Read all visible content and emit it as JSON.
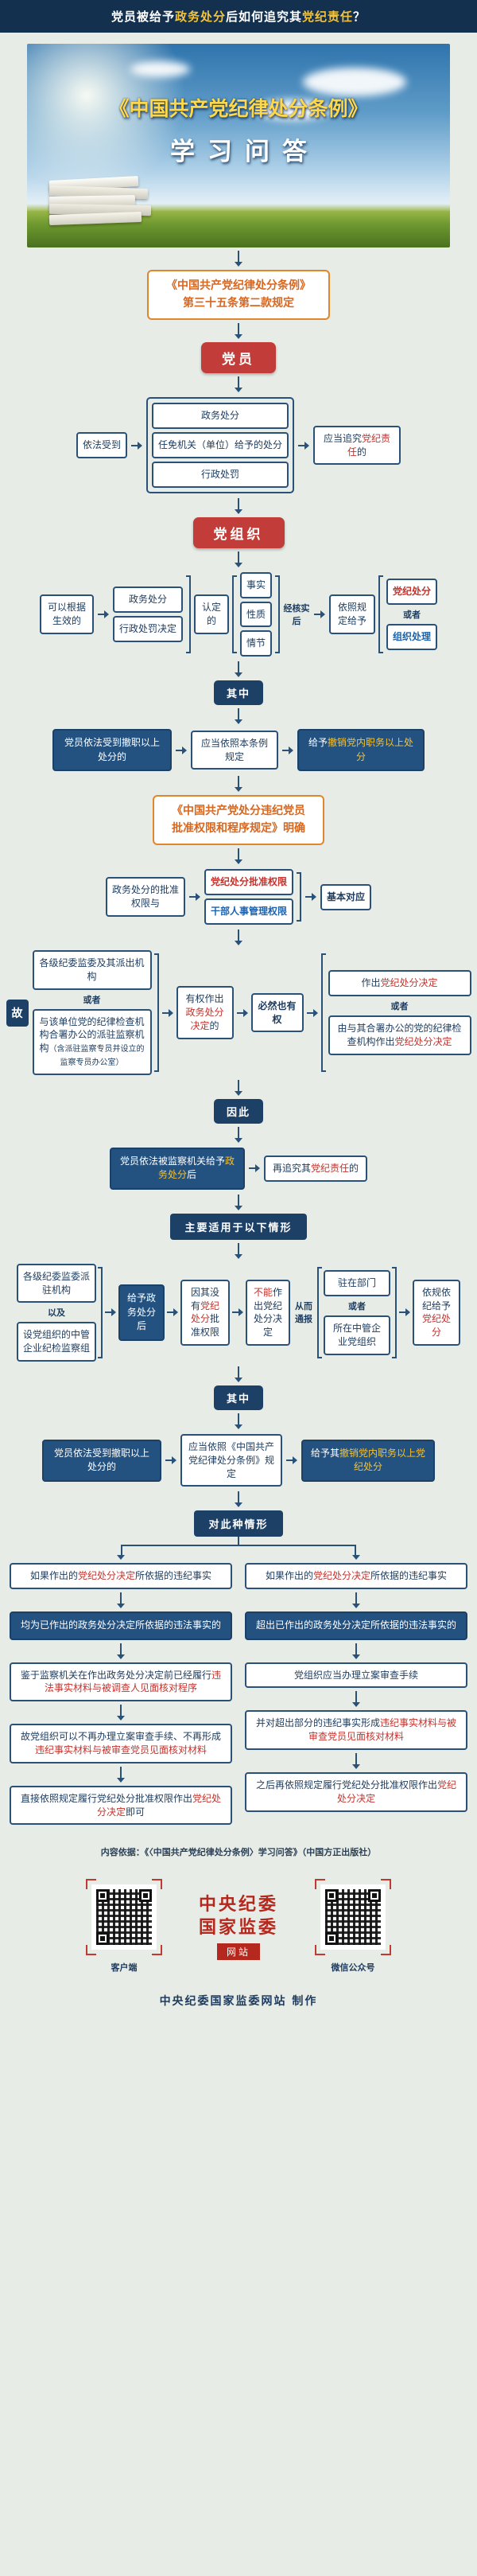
{
  "colors": {
    "navy": "#1d4066",
    "badge_red": "#c23d3a",
    "gold": "#f5c235",
    "red_text": "#c5322c",
    "blue_text": "#1f63ad",
    "orange": "#e0862f"
  },
  "topbar": {
    "pre": "党员被给予",
    "hl1": "政务处分",
    "mid": "后如何追究其",
    "hl2": "党纪责任",
    "post": "？"
  },
  "hero": {
    "title": "《中国共产党纪律处分条例》",
    "subtitle": "学习问答"
  },
  "rule1": {
    "line1": "《中国共产党纪律处分条例》",
    "line2": "第三十五条第二款规定"
  },
  "badge_member": "党员",
  "flow_member": {
    "left": "依法受到",
    "items": [
      "政务处分",
      "任免机关（单位）给予的处分",
      "行政处罚"
    ],
    "result_pre": "应当追究",
    "result_hl": "党纪责任",
    "result_post": "的"
  },
  "badge_org": "党组织",
  "flow_org": {
    "left": "可以根据生效的",
    "decisions": [
      "政务处分",
      "行政处罚决定"
    ],
    "mid": "认定的",
    "facts": [
      "事实",
      "性质",
      "情节"
    ],
    "verify": "经核实后",
    "give": "依照规定给予",
    "r1": "党纪处分",
    "or": "或者",
    "r2": "组织处理"
  },
  "badge_among1": "其中",
  "note1": {
    "left": "党员依法受到撤职以上处分的",
    "mid": "应当依照本条例规定",
    "right_pre": "给予",
    "right_hl": "撤销党内职务以上处分"
  },
  "rule2": {
    "line1": "《中国共产党处分违纪党员",
    "line2": "批准权限和程序规定》明确"
  },
  "flow_match": {
    "left": "政务处分的批准权限与",
    "i1": "党纪处分批准权限",
    "i2": "干部人事管理权限",
    "right": "基本对应"
  },
  "badge_gu": "故",
  "flow_power": {
    "org1": "各级纪委监委及其派出机构",
    "or1": "或者",
    "org2": "与该单位党的纪律检查机构合署办公的派驻监察机构",
    "org2_note": "（含派驻监察专员并设立的监察专员办公室）",
    "mid_pre": "有权作出",
    "mid_hl": "政务处分决定",
    "mid_post": "的",
    "must": "必然也有权",
    "out1_pre": "作出",
    "out1_hl": "党纪处分决定",
    "or2": "或者",
    "out2_pre": "由与其合署办公的党的纪律检查机构作出",
    "out2_hl": "党纪处分决定"
  },
  "badge_thus": "因此",
  "flow_after": {
    "left_pre": "党员依法被监察机关给予",
    "left_hl": "政务处分",
    "left_post": "后",
    "right_pre": "再追究其",
    "right_hl": "党纪责任",
    "right_post": "的"
  },
  "banner_scenarios": "主要适用于以下情形",
  "flow_scn": {
    "org1": "各级纪委监委派驻机构",
    "and": "以及",
    "org2": "设党组织的中管企业纪检监察组",
    "give": "给予政务处分后",
    "reason_pre": "因其没有",
    "reason_hl": "党纪处分",
    "reason_post": "批准权限",
    "cannot_hl": "不能",
    "cannot_post": "作出党纪处分决定",
    "thus": "从而通报",
    "dest1": "驻在部门",
    "or": "或者",
    "dest2": "所在中管企业党组织",
    "result_pre": "依规依纪给予",
    "result_hl": "党纪处分"
  },
  "badge_among2": "其中",
  "note2": {
    "left": "党员依法受到撤职以上处分的",
    "mid_pre": "应当依照",
    "mid_book": "《中国共产党纪律处分条例》",
    "mid_post": "规定",
    "right_pre": "给予其",
    "right_hl": "撤销党内职务以上党纪处分"
  },
  "banner_case": "对此种情形",
  "case_left": {
    "s1_pre": "如果作出的",
    "s1_hl": "党纪处分决定",
    "s1_post": "所依据的违纪事实",
    "s2": "均为已作出的政务处分决定所依据的违法事实的",
    "s3_pre": "鉴于监察机关在作出政务处分决定前已经履行",
    "s3_hl": "违法事实材料与被调查人见面核对程序",
    "s4_pre": "故党组织可以不再办理立案审查手续、不再形成",
    "s4_hl": "违纪事实材料与被审查党员见面核对材料",
    "s5_pre": "直接依照规定履行党纪处分批准权限作出",
    "s5_hl": "党纪处分决定",
    "s5_post": "即可"
  },
  "case_right": {
    "s1_pre": "如果作出的",
    "s1_hl": "党纪处分决定",
    "s1_post": "所依据的违纪事实",
    "s2": "超出已作出的政务处分决定所依据的违法事实的",
    "s3": "党组织应当办理立案审查手续",
    "s4_pre": "并对超出部分的违纪事实形成",
    "s4_hl": "违纪事实材料与被审查党员见面核对材料",
    "s5_pre": "之后再依照规定履行党纪处分批准权限作出",
    "s5_hl": "党纪处分决定"
  },
  "source": "内容依据：《〈中国共产党纪律处分条例〉学习问答》（中国方正出版社）",
  "footer": {
    "qr_left_label": "客户端",
    "qr_right_label": "微信公众号",
    "logo_line1": "中央纪委",
    "logo_line2": "国家监委",
    "logo_badge": "网站",
    "credit": "中央纪委国家监委网站  制作"
  }
}
